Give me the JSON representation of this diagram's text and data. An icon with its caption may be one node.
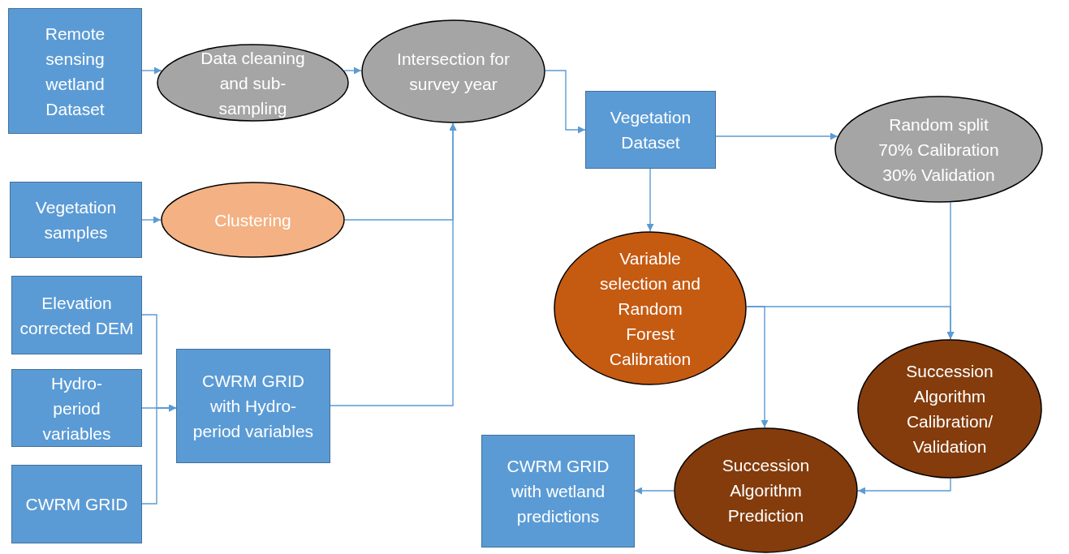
{
  "diagram": {
    "nodes": [
      {
        "text": [
          "Remote sensing wetland Dataset"
        ]
      },
      {
        "text": [
          "Data cleaning and sub-sampling"
        ]
      },
      {
        "text": [
          "Intersection for survey year"
        ]
      },
      {
        "text": [
          "Vegetation samples"
        ]
      },
      {
        "text": [
          "Clustering"
        ]
      },
      {
        "text": [
          "Elevation corrected DEM"
        ]
      },
      {
        "text": [
          "Hydro-period variables"
        ]
      },
      {
        "text": [
          "CWRM GRID"
        ]
      },
      {
        "text": [
          "CWRM GRID with Hydro-period variables"
        ]
      },
      {
        "text": [
          "Vegetation Dataset"
        ]
      },
      {
        "text": [
          "Random split",
          "70% Calibration",
          "30% Validation"
        ]
      },
      {
        "text": [
          "Variable selection and Random Forest Calibration"
        ]
      },
      {
        "text": [
          "Succession Algorithm Calibration/ Validation"
        ]
      },
      {
        "text": [
          "Succession Algorithm Prediction"
        ]
      },
      {
        "text": [
          "CWRM GRID with wetland predictions"
        ]
      }
    ],
    "edges": [
      {
        "from": 0,
        "to": 1,
        "arrow": "to"
      },
      {
        "from": 1,
        "to": 2,
        "arrow": "to"
      },
      {
        "from": 2,
        "to": 9,
        "arrow": "to"
      },
      {
        "from": 3,
        "to": 4,
        "arrow": "to"
      },
      {
        "from": 4,
        "to": 2,
        "arrow": "to"
      },
      {
        "from": 8,
        "to": 2,
        "arrow": "to"
      },
      {
        "from": 5,
        "to": 8,
        "arrow": "to"
      },
      {
        "from": 6,
        "to": 8,
        "arrow": "to"
      },
      {
        "from": 7,
        "to": 8,
        "arrow": "to"
      },
      {
        "from": 9,
        "to": 10,
        "arrow": "to"
      },
      {
        "from": 9,
        "to": 11,
        "arrow": "to"
      },
      {
        "from": 11,
        "to": 12,
        "arrow": "to"
      },
      {
        "from": 10,
        "to": 12,
        "arrow": "to"
      },
      {
        "from": 11,
        "to": 13,
        "arrow": "to"
      },
      {
        "from": 12,
        "to": 13,
        "arrow": "to"
      },
      {
        "from": 13,
        "to": 14,
        "arrow": "to"
      }
    ]
  }
}
